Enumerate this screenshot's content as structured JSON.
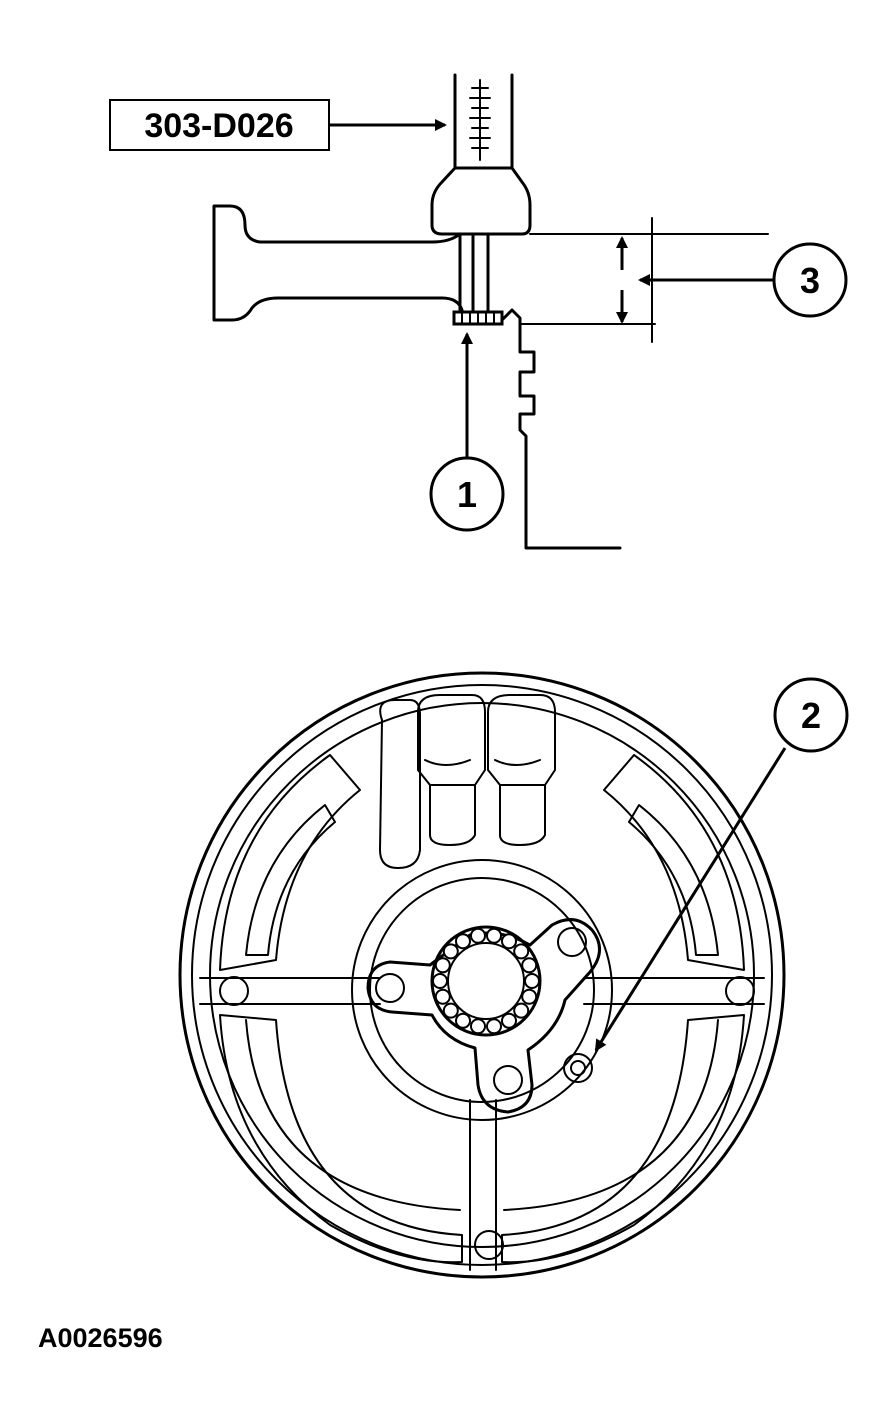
{
  "tool_label": "303-D026",
  "callouts": [
    {
      "number": "1"
    },
    {
      "number": "2"
    },
    {
      "number": "3"
    }
  ],
  "figure_id": "A0026596",
  "colors": {
    "ink": "#000000",
    "background": "#ffffff"
  }
}
